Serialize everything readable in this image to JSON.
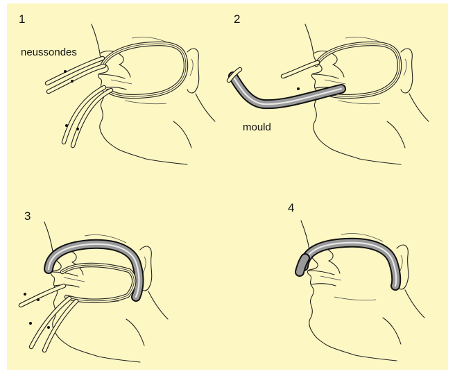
{
  "panels": [
    {
      "number": "1",
      "label": "neussondes"
    },
    {
      "number": "2",
      "label": "mould"
    },
    {
      "number": "3"
    },
    {
      "number": "4"
    }
  ],
  "colors": {
    "background": "#fdf7c4",
    "ink": "#222222",
    "mould": "#9a9a9a"
  }
}
